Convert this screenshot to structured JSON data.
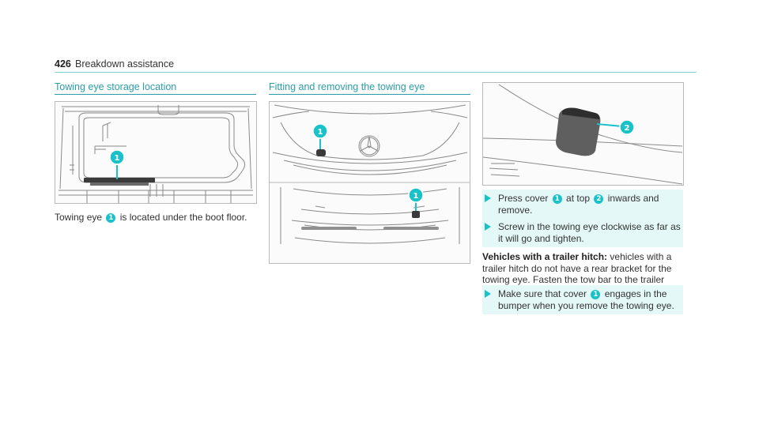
{
  "header": {
    "page_number": "426",
    "section": "Breakdown assistance"
  },
  "left_column": {
    "heading": "Towing eye storage location",
    "caption_pre": "Towing eye",
    "caption_callout": "1",
    "caption_post": "is located under the boot floor."
  },
  "middle_column": {
    "heading": "Fitting and removing the towing eye",
    "callouts": [
      "1",
      "1"
    ]
  },
  "right_column": {
    "figure_callout": "2",
    "step1": {
      "pre": "Press cover",
      "callout_a": "1",
      "mid": "at top",
      "callout_b": "2",
      "post": "inwards and remove."
    },
    "step2": {
      "text": "Screw in the towing eye clockwise as far as it will go and tighten."
    },
    "trailer_note": {
      "label": "Vehicles with a trailer hitch:",
      "text": "vehicles with a trailer hitch do not have a rear bracket for the towing eye. Fasten the tow bar to the trailer hitch."
    },
    "step3": {
      "pre": "Make sure that cover",
      "callout": "1",
      "post": "engages in the bumper when you remove the towing eye."
    }
  },
  "colors": {
    "accent": "#19c2c9",
    "heading": "#2a9da8",
    "panel": "#e4f8f8"
  }
}
